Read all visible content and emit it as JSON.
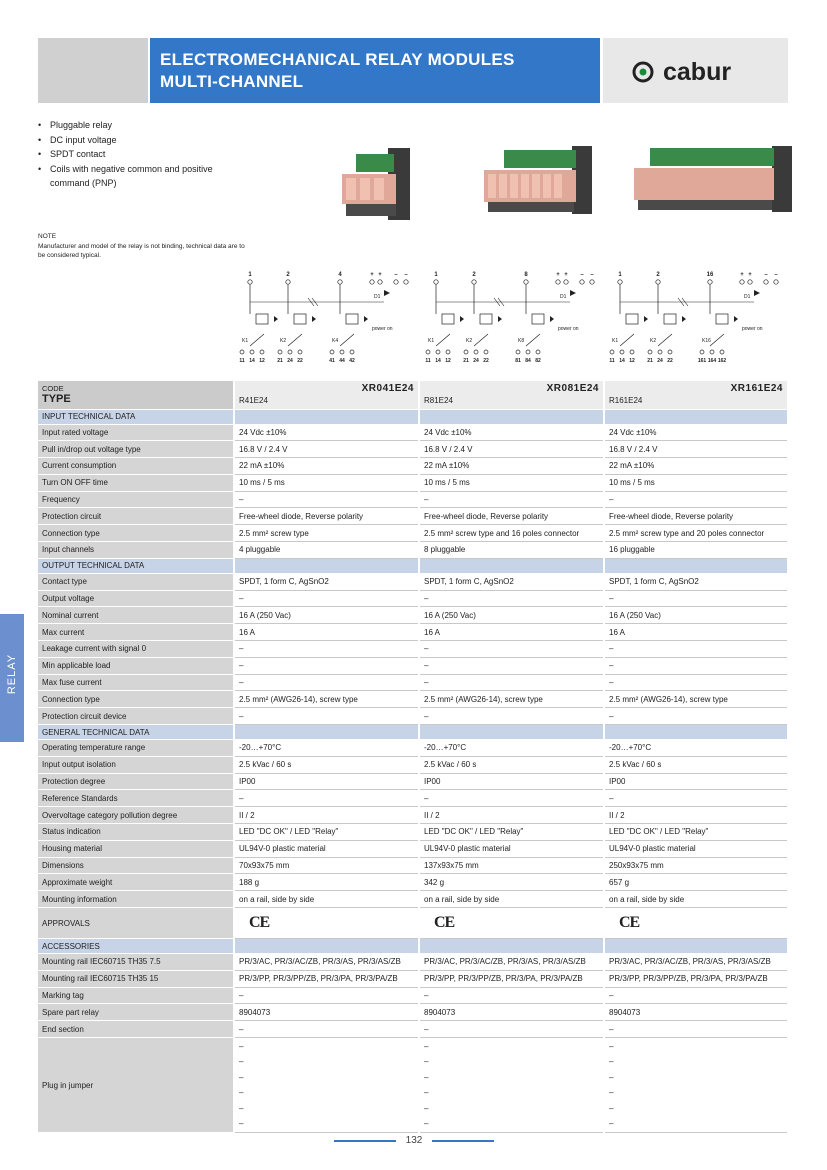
{
  "header": {
    "title_line1": "ELECTROMECHANICAL RELAY MODULES",
    "title_line2": "MULTI-CHANNEL",
    "brand": "cabur"
  },
  "features": [
    "Pluggable relay",
    "DC input voltage",
    "SPDT contact",
    "Coils with negative common and positive command (PNP)"
  ],
  "note": {
    "title": "NOTE",
    "text": "Manufacturer and model of the relay is not binding, technical data are to be considered typical."
  },
  "sidebar_label": "RELAY",
  "table": {
    "code_label": "CODE",
    "type_label": "TYPE",
    "codes": [
      "XR041E24",
      "XR081E24",
      "XR161E24"
    ],
    "types": [
      "R41E24",
      "R81E24",
      "R161E24"
    ],
    "rows": [
      {
        "section": "INPUT TECHNICAL DATA"
      },
      {
        "label": "Input rated voltage",
        "values": [
          "24 Vdc ±10%",
          "24 Vdc ±10%",
          "24 Vdc ±10%"
        ]
      },
      {
        "label": "Pull in/drop out voltage type",
        "values": [
          "16.8 V / 2.4 V",
          "16.8 V / 2.4 V",
          "16.8 V / 2.4 V"
        ]
      },
      {
        "label": "Current consumption",
        "values": [
          "22 mA ±10%",
          "22 mA ±10%",
          "22 mA ±10%"
        ]
      },
      {
        "label": "Turn ON OFF time",
        "values": [
          "10 ms / 5 ms",
          "10 ms / 5 ms",
          "10 ms / 5 ms"
        ]
      },
      {
        "label": "Frequency",
        "values": [
          "–",
          "–",
          "–"
        ]
      },
      {
        "label": "Protection circuit",
        "values": [
          "Free-wheel diode, Reverse polarity",
          "Free-wheel diode, Reverse polarity",
          "Free-wheel diode, Reverse polarity"
        ]
      },
      {
        "label": "Connection type",
        "values": [
          "2.5 mm² screw type",
          "2.5 mm² screw type and 16 poles connector",
          "2.5 mm² screw type and 20 poles connector"
        ]
      },
      {
        "label": "Input channels",
        "values": [
          "4 pluggable",
          "8 pluggable",
          "16 pluggable"
        ]
      },
      {
        "section": "OUTPUT TECHNICAL DATA"
      },
      {
        "label": "Contact type",
        "values": [
          "SPDT, 1 form C, AgSnO2",
          "SPDT, 1 form C, AgSnO2",
          "SPDT, 1 form C, AgSnO2"
        ]
      },
      {
        "label": "Output voltage",
        "values": [
          "–",
          "–",
          "–"
        ]
      },
      {
        "label": "Nominal current",
        "values": [
          "16 A (250 Vac)",
          "16 A (250 Vac)",
          "16 A (250 Vac)"
        ]
      },
      {
        "label": "Max current",
        "values": [
          "16 A",
          "16 A",
          "16 A"
        ]
      },
      {
        "label": "Leakage current with signal 0",
        "values": [
          "–",
          "–",
          "–"
        ]
      },
      {
        "label": "Min applicable load",
        "values": [
          "–",
          "–",
          "–"
        ]
      },
      {
        "label": "Max fuse current",
        "values": [
          "–",
          "–",
          "–"
        ]
      },
      {
        "label": "Connection type",
        "values": [
          "2.5 mm² (AWG26-14), screw type",
          "2.5 mm² (AWG26-14), screw type",
          "2.5 mm² (AWG26-14), screw type"
        ]
      },
      {
        "label": "Protection circuit device",
        "values": [
          "–",
          "–",
          "–"
        ]
      },
      {
        "section": "GENERAL TECHNICAL DATA"
      },
      {
        "label": "Operating temperature range",
        "values": [
          "-20…+70°C",
          "-20…+70°C",
          "-20…+70°C"
        ]
      },
      {
        "label": "Input output isolation",
        "values": [
          "2.5 kVac / 60 s",
          "2.5 kVac / 60 s",
          "2.5 kVac / 60 s"
        ]
      },
      {
        "label": "Protection degree",
        "values": [
          "IP00",
          "IP00",
          "IP00"
        ]
      },
      {
        "label": "Reference Standards",
        "values": [
          "–",
          "–",
          "–"
        ]
      },
      {
        "label": "Overvoltage category pollution degree",
        "values": [
          "II / 2",
          "II / 2",
          "II / 2"
        ]
      },
      {
        "label": "Status indication",
        "values": [
          "LED \"DC OK\" / LED \"Relay\"",
          "LED \"DC OK\" / LED \"Relay\"",
          "LED \"DC OK\" / LED \"Relay\""
        ]
      },
      {
        "label": "Housing material",
        "values": [
          "UL94V-0 plastic material",
          "UL94V-0 plastic material",
          "UL94V-0 plastic material"
        ]
      },
      {
        "label": "Dimensions",
        "values": [
          "70x93x75 mm",
          "137x93x75 mm",
          "250x93x75 mm"
        ]
      },
      {
        "label": "Approximate weight",
        "values": [
          "188 g",
          "342 g",
          "657 g"
        ]
      },
      {
        "label": "Mounting information",
        "values": [
          "on a rail, side by side",
          "on a rail, side by side",
          "on a rail, side by side"
        ]
      },
      {
        "label": "APPROVALS",
        "approval": true,
        "values": [
          "CE",
          "CE",
          "CE"
        ]
      },
      {
        "section": "ACCESSORIES"
      },
      {
        "label": "Mounting rail IEC60715 TH35 7.5",
        "values": [
          "PR/3/AC, PR/3/AC/ZB, PR/3/AS, PR/3/AS/ZB",
          "PR/3/AC, PR/3/AC/ZB, PR/3/AS, PR/3/AS/ZB",
          "PR/3/AC, PR/3/AC/ZB, PR/3/AS, PR/3/AS/ZB"
        ]
      },
      {
        "label": "Mounting rail IEC60715 TH35 15",
        "values": [
          "PR/3/PP, PR/3/PP/ZB, PR/3/PA, PR/3/PA/ZB",
          "PR/3/PP, PR/3/PP/ZB, PR/3/PA, PR/3/PA/ZB",
          "PR/3/PP, PR/3/PP/ZB, PR/3/PA, PR/3/PA/ZB"
        ]
      },
      {
        "label": "Marking tag",
        "values": [
          "–",
          "–",
          "–"
        ]
      },
      {
        "label": "Spare part relay",
        "values": [
          "8904073",
          "8904073",
          "8904073"
        ]
      },
      {
        "label": "End section",
        "values": [
          "–",
          "–",
          "–"
        ]
      }
    ],
    "jumper": {
      "label": "Plug in jumper",
      "values": [
        [
          "–",
          "–",
          "–",
          "–",
          "–",
          "–"
        ],
        [
          "–",
          "–",
          "–",
          "–",
          "–",
          "–"
        ],
        [
          "–",
          "–",
          "–",
          "–",
          "–",
          "–"
        ]
      ]
    }
  },
  "diagrams": [
    {
      "top_labels": [
        "1",
        "2",
        "4",
        "+",
        "+",
        "–",
        "–"
      ],
      "relays": [
        "K1",
        "K2",
        "K4"
      ],
      "bottom_labels": [
        "11",
        "14",
        "12",
        "21",
        "24",
        "22",
        "41",
        "44",
        "42"
      ],
      "diode": "D1",
      "power": "power on"
    },
    {
      "top_labels": [
        "1",
        "2",
        "8",
        "+",
        "+",
        "–",
        "–"
      ],
      "relays": [
        "K1",
        "K2",
        "K8"
      ],
      "bottom_labels": [
        "11",
        "14",
        "12",
        "21",
        "24",
        "22",
        "81",
        "84",
        "82"
      ],
      "diode": "D1",
      "power": "power on"
    },
    {
      "top_labels": [
        "1",
        "2",
        "16",
        "+",
        "+",
        "–",
        "–"
      ],
      "relays": [
        "K1",
        "K2",
        "K16"
      ],
      "bottom_labels": [
        "11",
        "14",
        "12",
        "21",
        "24",
        "22",
        "161",
        "164",
        "162"
      ],
      "diode": "D1",
      "power": "power on"
    }
  ],
  "page_number": "132",
  "colors": {
    "blue": "#3277c8",
    "section": "#c7d3e6",
    "label_bg": "#d5d5d5",
    "logo_green": "#1a8a3a"
  }
}
